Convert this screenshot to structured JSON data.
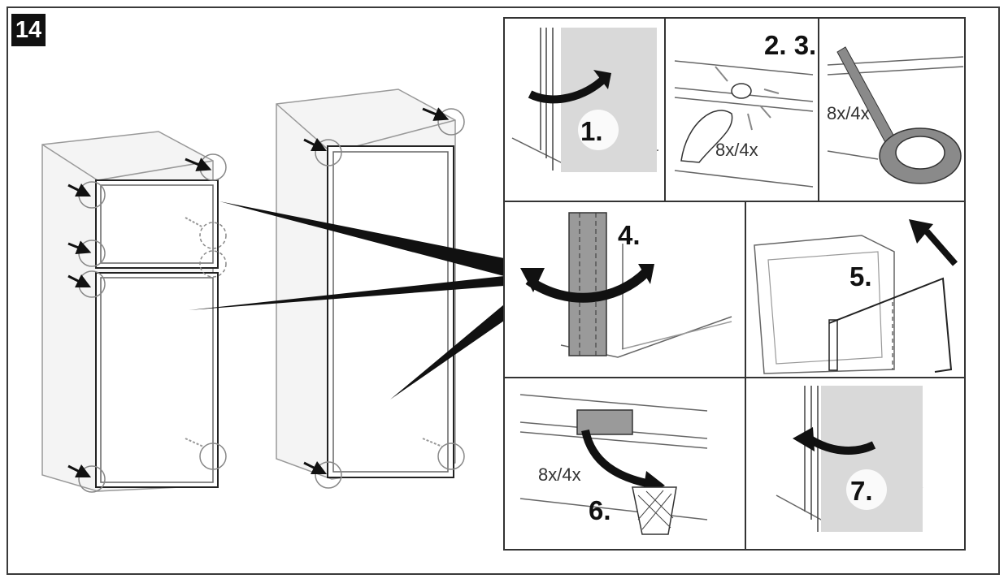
{
  "figure_number": "14",
  "panels": [
    {
      "id": "p1",
      "step": "1."
    },
    {
      "id": "p23",
      "step": "2. 3.",
      "count_a": "8x/4x",
      "count_b": "8x/4x"
    },
    {
      "id": "p4",
      "step": "4."
    },
    {
      "id": "p5",
      "step": "5."
    },
    {
      "id": "p6",
      "step": "6.",
      "count": "8x/4x"
    },
    {
      "id": "p7",
      "step": "7."
    }
  ],
  "colors": {
    "line": "#222222",
    "panel_fill": "#d9d9d9",
    "seal_fill": "#9a9a9a",
    "badge_bg": "#111111"
  }
}
